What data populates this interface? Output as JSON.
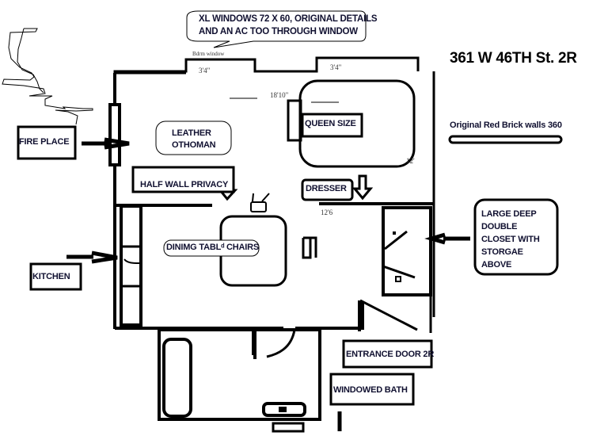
{
  "title": "361 W 46TH St. 2R",
  "callouts": {
    "windows": [
      "XL WINDOWS 72 X 60, ORIGINAL DETAILS",
      "AND AN AC TOO THROUGH WINDOW"
    ],
    "brick_walls": "Original Red Brick walls 360",
    "closet": [
      "LARGE  DEEP",
      "DOUBLE",
      "CLOSET WITH",
      "STORGAE",
      "ABOVE"
    ]
  },
  "labels": {
    "fireplace": "FIRE PLACE",
    "kitchen": "KITCHEN",
    "leather_ottoman": [
      "LEATHER",
      "OTHOMAN"
    ],
    "queen_size": "QUEEN SIZE",
    "half_wall": "HALF WALL PRIVACY",
    "dresser": "DRESSER",
    "dining": "DINIMG TABLᵈ  CHAIRS",
    "entrance": "ENTRANCE DOOR 2R",
    "bath": "WINDOWED BATH"
  },
  "dimensions": {
    "window_left": "3'4\"",
    "window_right": "3'4\"",
    "width": "18'10\"",
    "bedroom_depth": "12'",
    "living_width": "12'6",
    "window_note": "Bdrm window"
  },
  "colors": {
    "ink": "#000000",
    "text": "#101030",
    "background": "#ffffff"
  }
}
